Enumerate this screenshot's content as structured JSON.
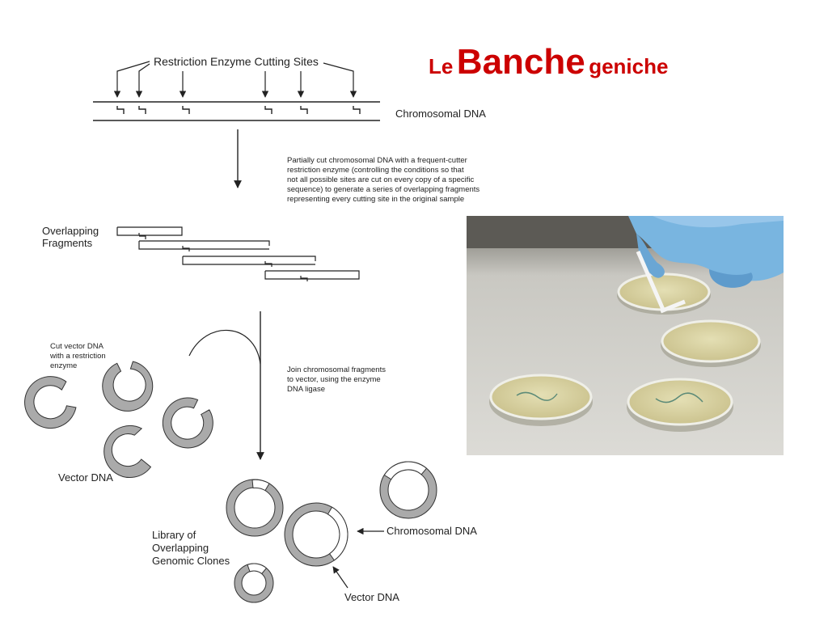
{
  "title": {
    "prefix": "Le",
    "main": "Banche",
    "suffix": "geniche"
  },
  "diagram": {
    "cutting_sites_label": "Restriction Enzyme Cutting Sites",
    "chromosomal_dna_label": "Chromosomal DNA",
    "partial_cut_text": [
      "Partially cut chromosomal DNA with a frequent-cutter",
      "restriction enzyme (controlling the conditions so that",
      "not all possible sites are cut on every copy of a specific",
      "sequence) to generate a series of overlapping fragments",
      "representing every cutting site in the original sample"
    ],
    "overlapping_label": [
      "Overlapping",
      "Fragments"
    ],
    "cut_vector_text": [
      "Cut vector DNA",
      "with a restriction",
      "enzyme"
    ],
    "join_text": [
      "Join chromosomal fragments",
      "to vector, using the enzyme",
      "DNA ligase"
    ],
    "vector_dna_label": "Vector DNA",
    "library_label": [
      "Library of",
      "Overlapping",
      "Genomic Clones"
    ],
    "pointer_chromosomal_label": "Chromosomal DNA",
    "pointer_vector_label": "Vector DNA"
  },
  "colors": {
    "title": "#cc0000",
    "ring_fill": "#aaaaaa",
    "ring_stroke": "#333333"
  }
}
